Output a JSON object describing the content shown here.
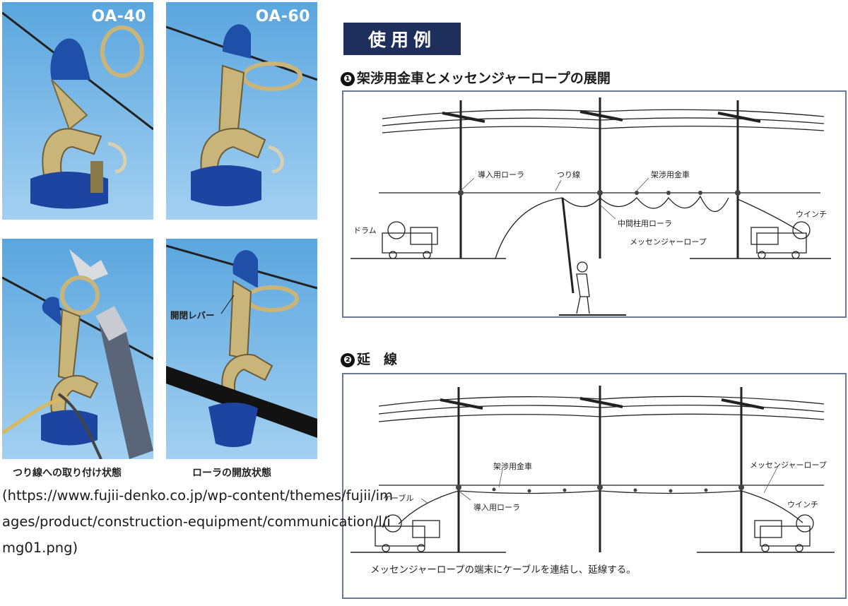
{
  "photos": {
    "oa40_label": "OA-40",
    "oa60_label": "OA-60",
    "lever_callout": "開閉レバー",
    "caption_left": "つり線への取り付け状態",
    "caption_right": "ローラの開放状態"
  },
  "source_url": "(https://www.fujii-denko.co.jp/wp-content/themes/fujii/images/product/construction-equipment/communication/l/img01.png)",
  "section": {
    "badge": "使用例",
    "heading1_num": "❶",
    "heading1": "架渉用金車とメッセンジャーロープの展開",
    "heading2_num": "❷",
    "heading2": "延　線"
  },
  "diagram1": {
    "labels": {
      "introduction_roller": "導入用ローラ",
      "suspension_wire": "つり線",
      "cable_pulley": "架渉用金車",
      "drum": "ドラム",
      "winch": "ウインチ",
      "intermediate_roller": "中間柱用ローラ",
      "messenger_rope": "メッセンジャーロープ"
    }
  },
  "diagram2": {
    "labels": {
      "cable_pulley": "架渉用金車",
      "messenger_rope": "メッセンジャーロープ",
      "cable": "ケーブル",
      "introduction_roller": "導入用ローラ",
      "winch": "ウインチ"
    },
    "note": "メッセンジャーロープの端末にケーブルを連結し、延線する。"
  },
  "colors": {
    "sky_top": "#5aa6df",
    "sky_bottom": "#9dcdf0",
    "tool_blue": "#1f4fa8",
    "metal": "#c9b57a",
    "badge_bg": "#1f2f5c",
    "frame": "#6a7a95"
  }
}
